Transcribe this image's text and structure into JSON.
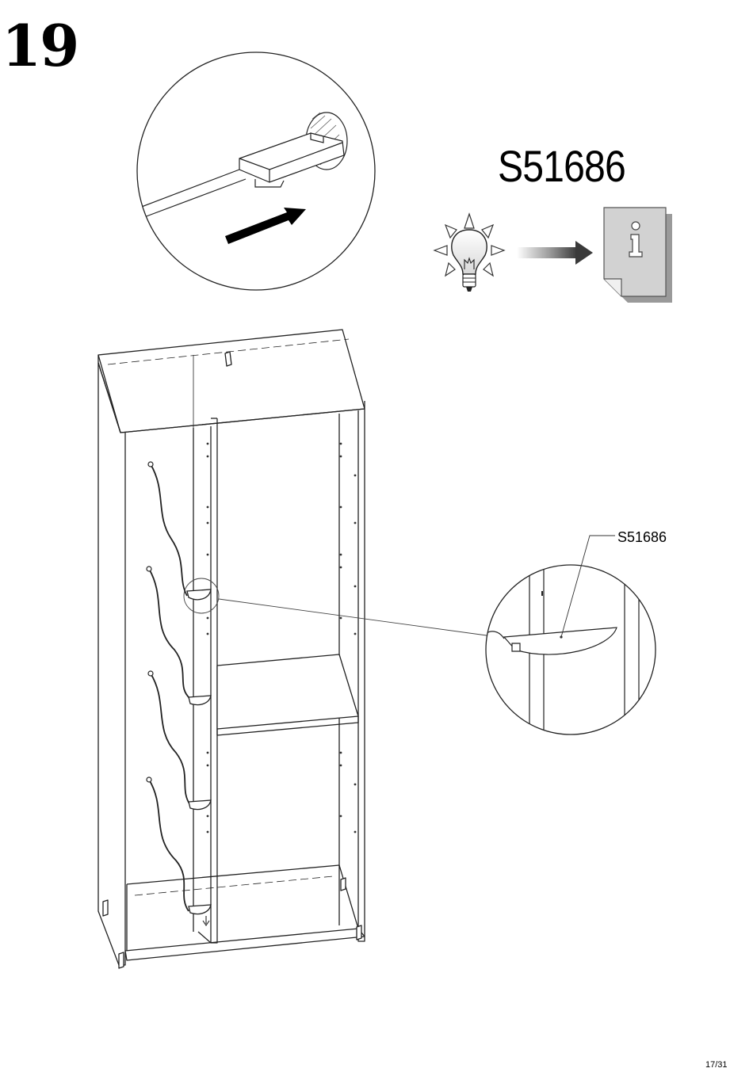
{
  "step": {
    "number": "19"
  },
  "part": {
    "code": "S51686",
    "callout_label": "S51686"
  },
  "icons": {
    "tip": "light-bulb-icon",
    "arrow": "gradient-arrow-icon",
    "info": "info-document-icon"
  },
  "footer": {
    "page": "17/31"
  }
}
